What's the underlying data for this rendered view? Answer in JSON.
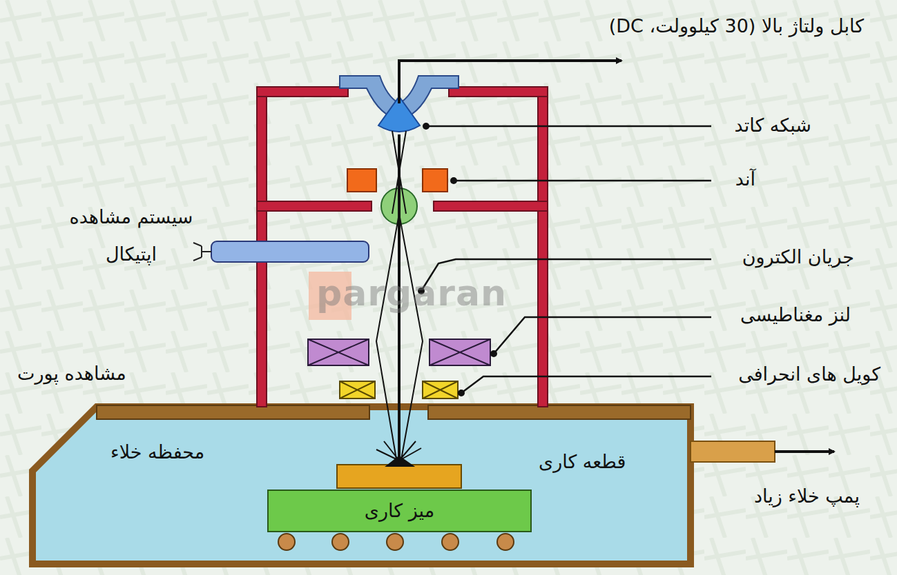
{
  "diagram": {
    "nodes": [
      {
        "text": [
          "محفظه خلاء",
          "قطعه کاری"
        ]
      },
      {
        "text": [
          "میز کاری"
        ],
        "in": 0
      }
    ],
    "labels": [
      "کابل ولتاژ بالا (30 کیلوولت، DC)",
      "شبکه کاتد",
      "آند",
      "سیستم مشاهده اپتیکال",
      "جریان الکترون",
      "لنز مغناطیسی",
      "مشاهده پورت",
      "کویل های انحرافی",
      "پمپ خلاء زیاد",
      "pargaran"
    ]
  }
}
